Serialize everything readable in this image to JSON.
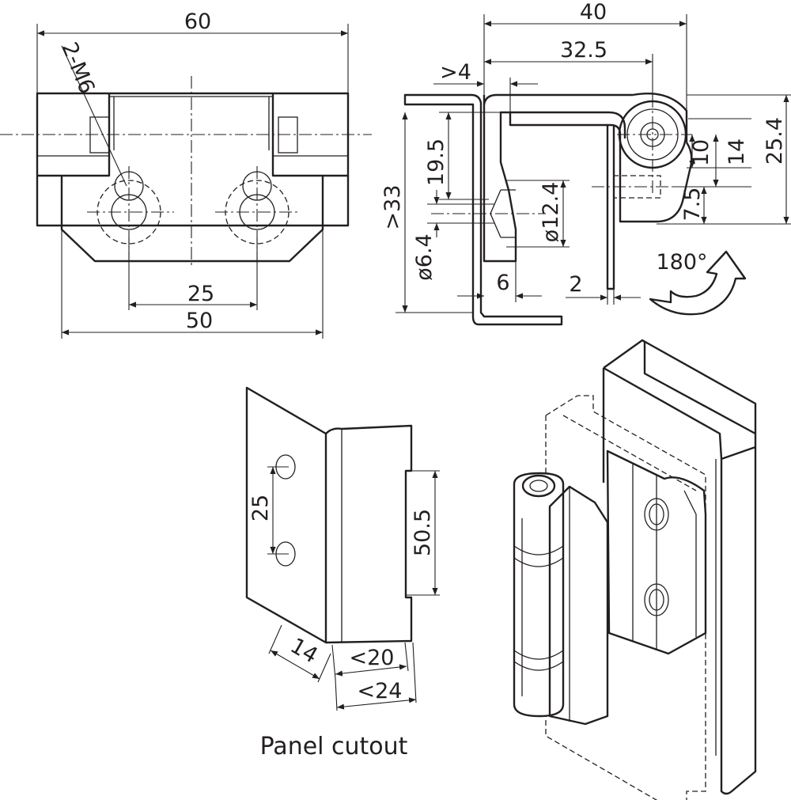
{
  "front_view": {
    "width_overall": "60",
    "thread_note": "2-M6",
    "hole_spacing": "25",
    "base_width": "50"
  },
  "side_view": {
    "depth_overall": "40",
    "depth_pivot": "32.5",
    "min_gap": ">4",
    "height_19_5": "19.5",
    "min_panel": ">33",
    "dia_hole": "ø6.4",
    "dia_counterbore": "ø12.4",
    "offset_6": "6",
    "thickness_2": "2",
    "height_10": "10",
    "height_14": "14",
    "height_25_4": "25.4",
    "height_7_5": "7.5",
    "rotation": "180°"
  },
  "cutout_view": {
    "hole_spacing": "25",
    "slot_length": "50.5",
    "depth_14": "14",
    "max_20": "<20",
    "max_24": "<24",
    "caption": "Panel cutout"
  }
}
